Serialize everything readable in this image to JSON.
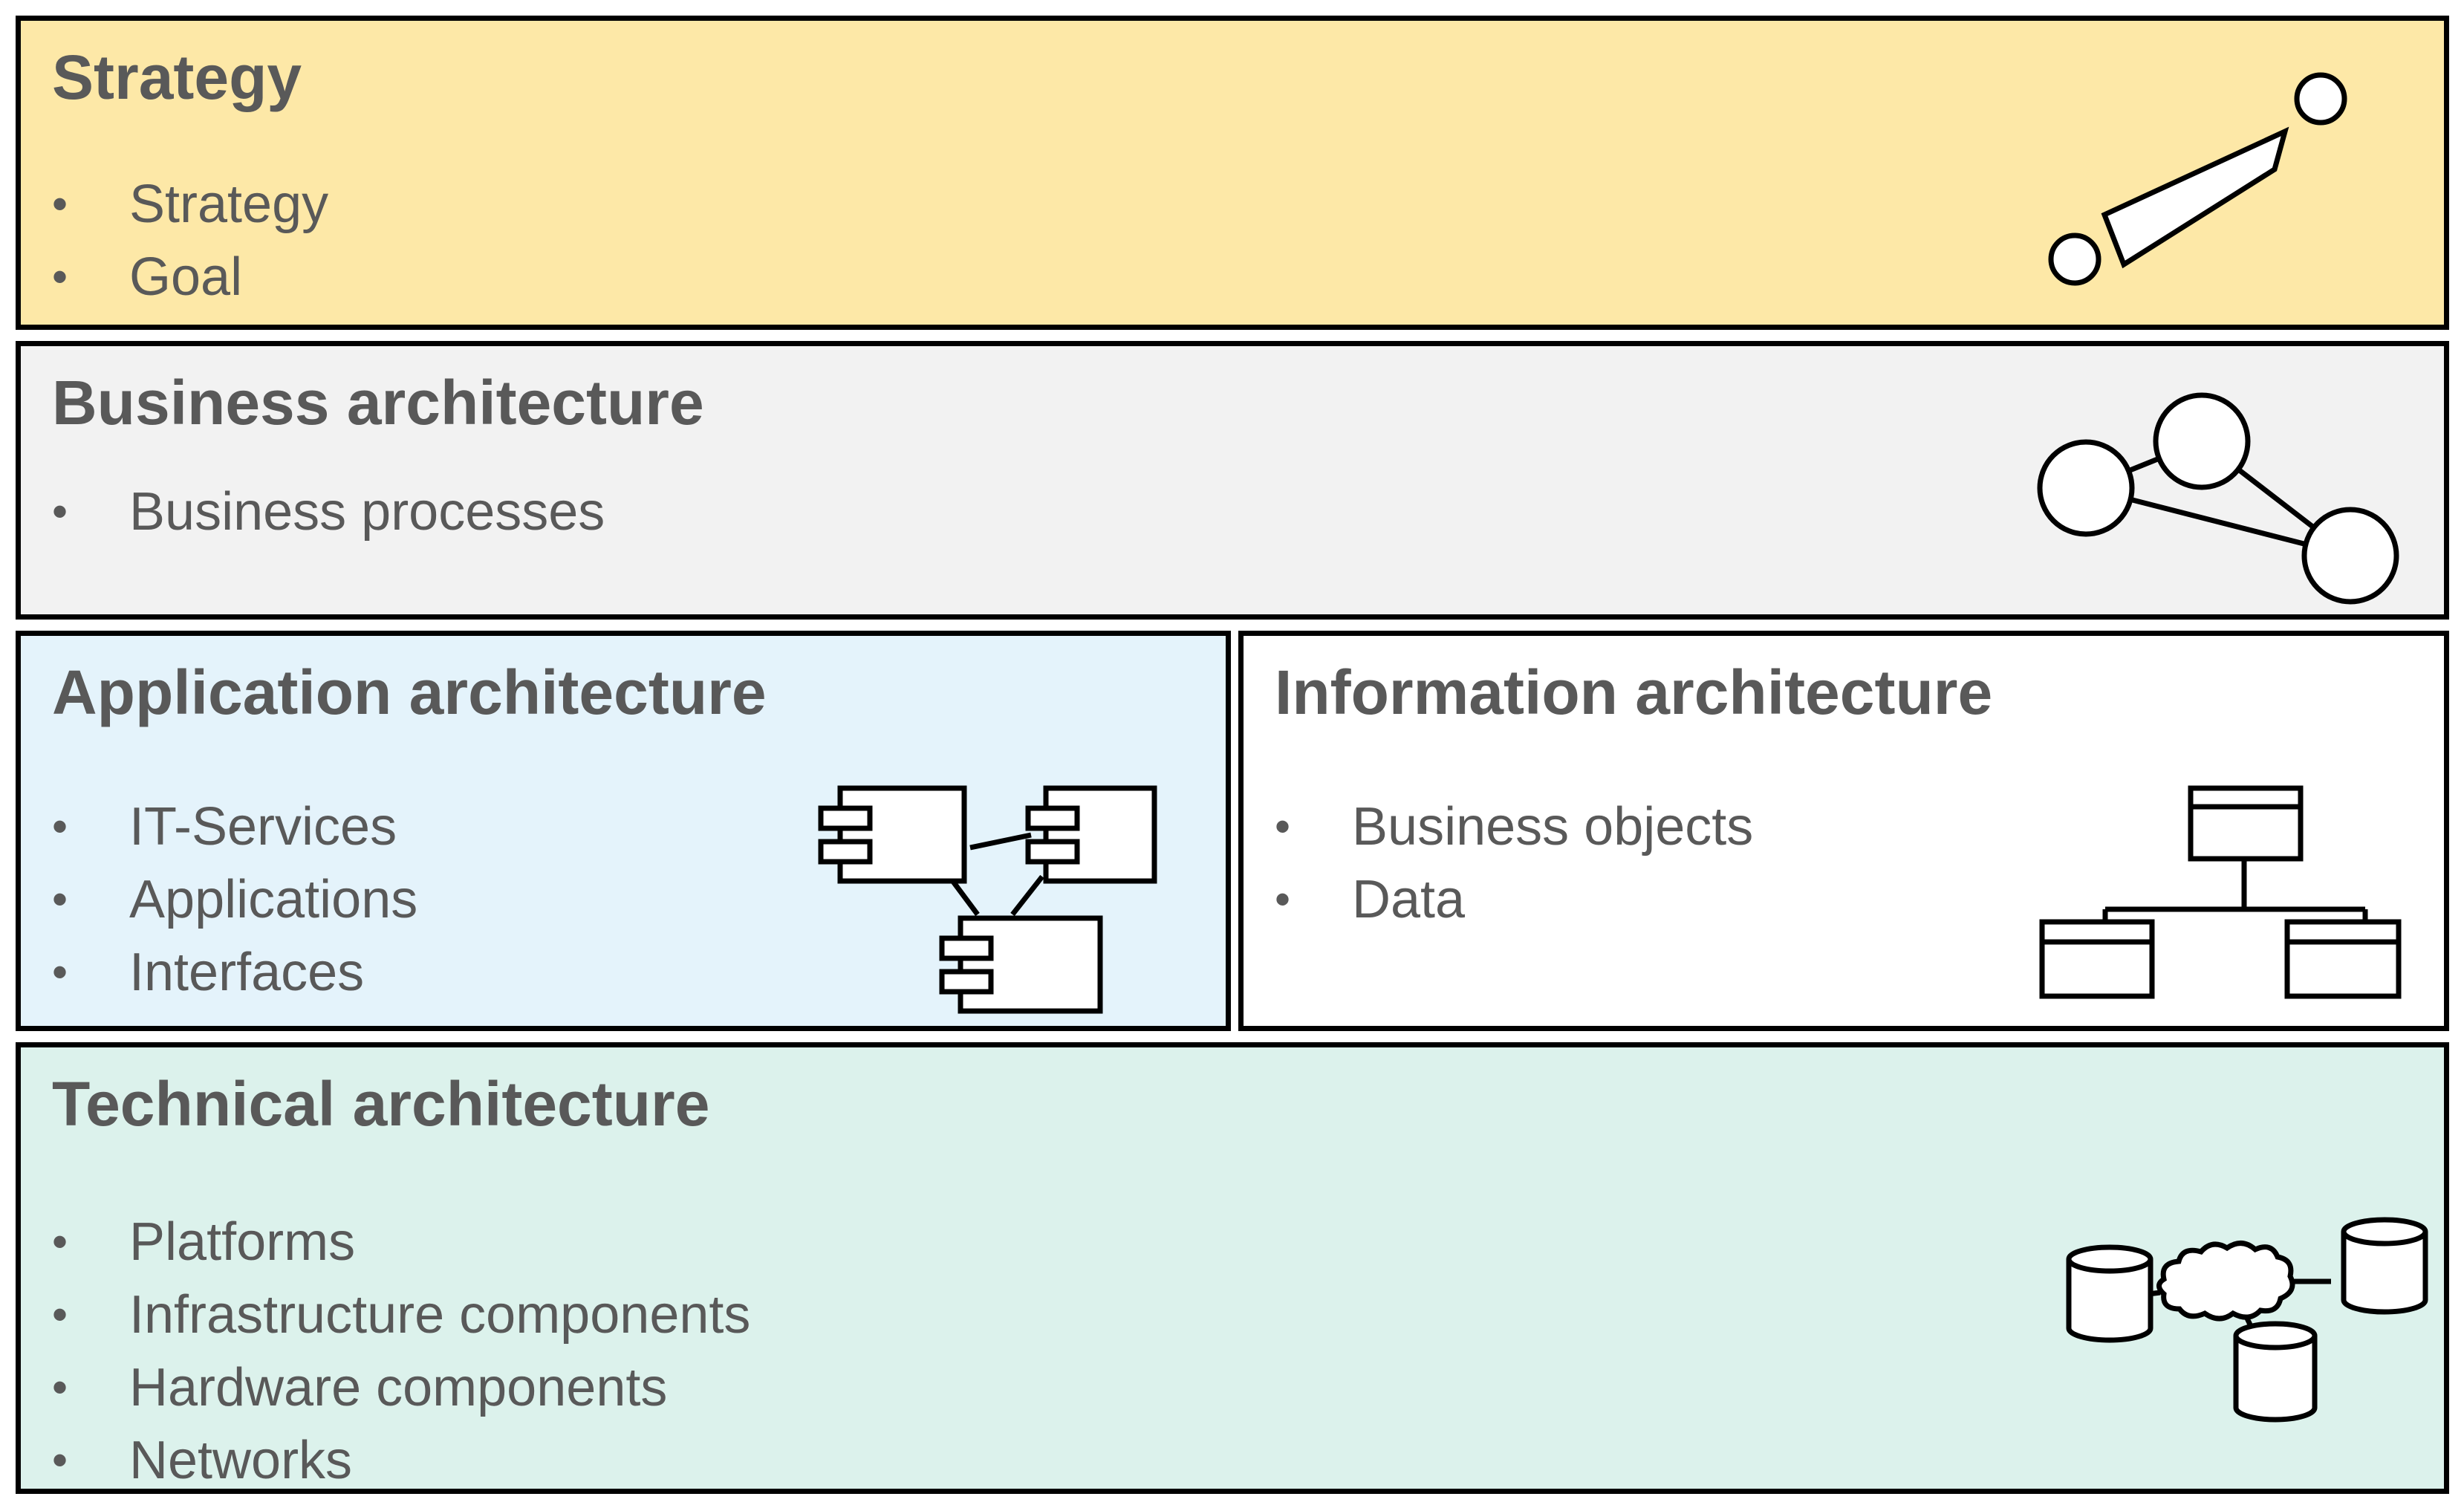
{
  "colors": {
    "strategy_bg": "#fde8a7",
    "business_bg": "#f2f2f2",
    "application_bg": "#e4f3fb",
    "information_bg": "#ffffff",
    "technical_bg": "#dcf2ec",
    "text": "#595959",
    "border": "#000000"
  },
  "strategy": {
    "title": "Strategy",
    "items": [
      "Strategy",
      "Goal"
    ],
    "icon": "roadmap-arrow-icon"
  },
  "business": {
    "title": "Business architecture",
    "items": [
      "Business processes"
    ],
    "icon": "process-graph-icon"
  },
  "application": {
    "title": "Application architecture",
    "items": [
      "IT-Services",
      "Applications",
      "Interfaces"
    ],
    "icon": "uml-component-icon"
  },
  "information": {
    "title": "Information architecture",
    "items": [
      "Business objects",
      "Data"
    ],
    "icon": "class-hierarchy-icon"
  },
  "technical": {
    "title": "Technical architecture",
    "items": [
      "Platforms",
      "Infrastructure components",
      "Hardware components",
      "Networks"
    ],
    "icon": "network-databases-icon"
  }
}
